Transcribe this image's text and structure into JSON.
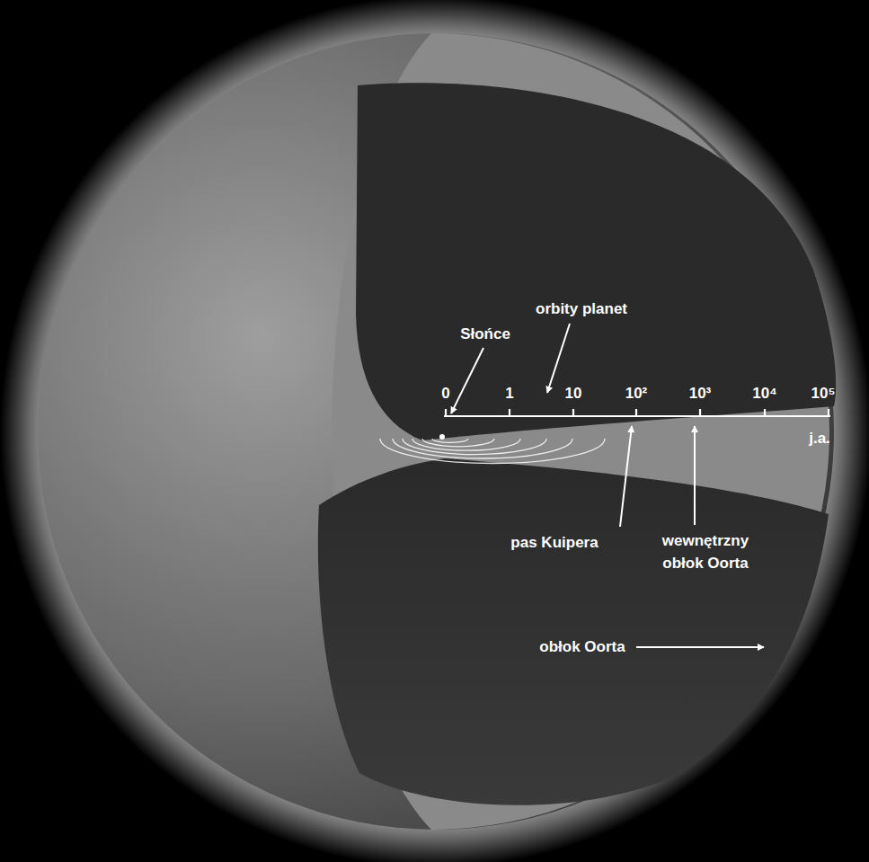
{
  "diagram": {
    "labels": [
      "Słońce",
      "orbity planet",
      "0",
      "1",
      "10",
      "10²",
      "10³",
      "10⁴",
      "10⁵",
      "j.a.",
      "pas Kuipera",
      "wewnętrzny obłok Oorta",
      "obłok Oorta"
    ]
  }
}
